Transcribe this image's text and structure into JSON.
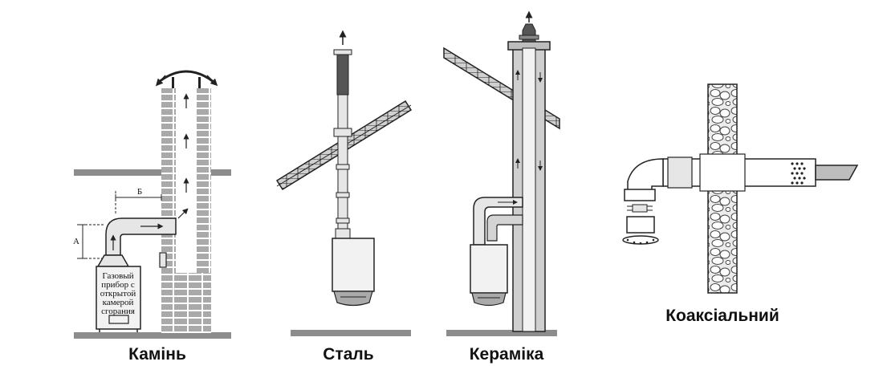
{
  "panels": [
    {
      "id": "fireplace",
      "caption": "Камінь"
    },
    {
      "id": "steel",
      "caption": "Сталь"
    },
    {
      "id": "ceramic",
      "caption": "Кераміка"
    },
    {
      "id": "coaxial",
      "caption": "Коаксіальний"
    }
  ],
  "fireplace": {
    "device_label_lines": [
      "Газовый",
      "прибор с",
      "открытой",
      "камерой",
      "сгорания"
    ],
    "dim_a": "А",
    "dim_b": "Б"
  },
  "colors": {
    "line": "#222222",
    "brick": "#a9a9a9",
    "floor": "#8c8c8c",
    "pipe": "#e6e6e6",
    "dark_pipe": "#555555",
    "boiler": "#f2f2f2"
  }
}
